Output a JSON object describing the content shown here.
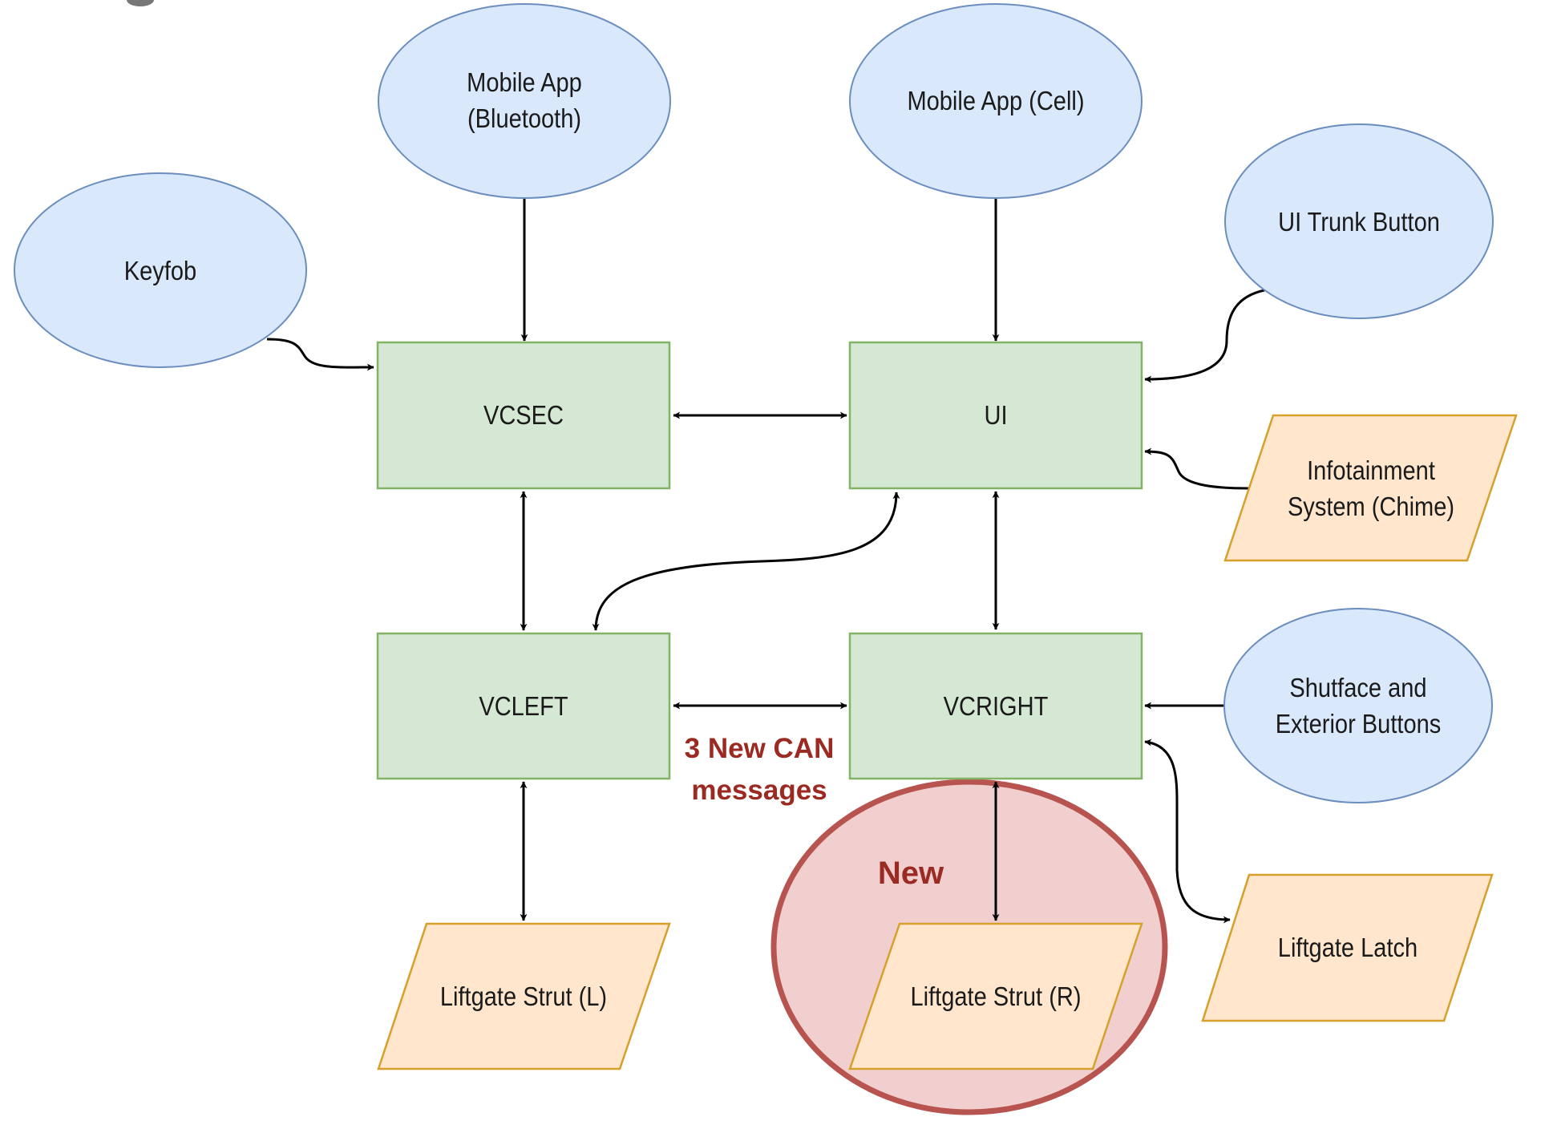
{
  "diagram": {
    "colors": {
      "input_fill": "#dae8fc",
      "input_stroke": "#6c8ebf",
      "controller_fill": "#d5e8d4",
      "controller_stroke": "#82b366",
      "device_fill": "#ffe6cc",
      "device_stroke": "#d6a02a",
      "highlight_fill": "#f2cfcf",
      "highlight_stroke": "#b85450",
      "annotation_text": "#9b2a22"
    },
    "inputs": {
      "keyfob": [
        "Keyfob"
      ],
      "mobile_app_bluetooth": [
        "Mobile App",
        "(Bluetooth)"
      ],
      "mobile_app_cell": [
        "Mobile App (Cell)"
      ],
      "ui_trunk_button": [
        "UI Trunk Button"
      ],
      "shutface_buttons": [
        "Shutface and",
        "Exterior Buttons"
      ]
    },
    "controllers": {
      "vcsec": "VCSEC",
      "ui": "UI",
      "vcleft": "VCLEFT",
      "vcright": "VCRIGHT"
    },
    "devices": {
      "infotainment": [
        "Infotainment",
        "System (Chime)"
      ],
      "strut_left": [
        "Liftgate Strut (L)"
      ],
      "strut_right": [
        "Liftgate Strut (R)"
      ],
      "latch": [
        "Liftgate Latch"
      ]
    },
    "annotations": {
      "can_messages": [
        "3 New CAN",
        "messages"
      ],
      "new_label": "New"
    },
    "edges": [
      {
        "from": "Keyfob",
        "to": "VCSEC",
        "direction": "one-way"
      },
      {
        "from": "Mobile App (Bluetooth)",
        "to": "VCSEC",
        "direction": "one-way"
      },
      {
        "from": "Mobile App (Cell)",
        "to": "UI",
        "direction": "one-way"
      },
      {
        "from": "UI Trunk Button",
        "to": "UI",
        "direction": "one-way"
      },
      {
        "from": "Infotainment System (Chime)",
        "to": "UI",
        "direction": "one-way"
      },
      {
        "from": "VCSEC",
        "to": "UI",
        "direction": "bidirectional"
      },
      {
        "from": "VCSEC",
        "to": "VCLEFT",
        "direction": "bidirectional"
      },
      {
        "from": "UI",
        "to": "VCLEFT",
        "direction": "bidirectional"
      },
      {
        "from": "UI",
        "to": "VCRIGHT",
        "direction": "bidirectional"
      },
      {
        "from": "VCLEFT",
        "to": "VCRIGHT",
        "direction": "bidirectional",
        "label": "3 New CAN messages"
      },
      {
        "from": "Shutface and Exterior Buttons",
        "to": "VCRIGHT",
        "direction": "one-way"
      },
      {
        "from": "VCRIGHT",
        "to": "Liftgate Latch",
        "direction": "bidirectional"
      },
      {
        "from": "VCLEFT",
        "to": "Liftgate Strut (L)",
        "direction": "bidirectional"
      },
      {
        "from": "VCRIGHT",
        "to": "Liftgate Strut (R)",
        "direction": "bidirectional"
      }
    ]
  }
}
